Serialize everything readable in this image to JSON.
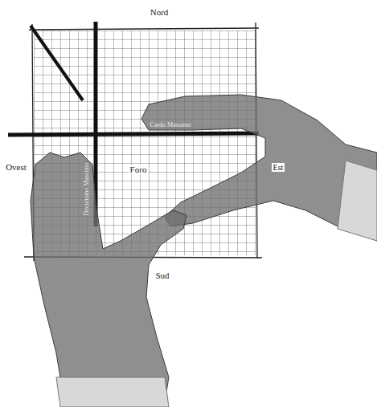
{
  "diagram": {
    "labels": [
      "Nord",
      "Ovest",
      "Foro",
      "Est",
      "Sud",
      "Cardo Massimo",
      "Decumano Massimo"
    ]
  }
}
